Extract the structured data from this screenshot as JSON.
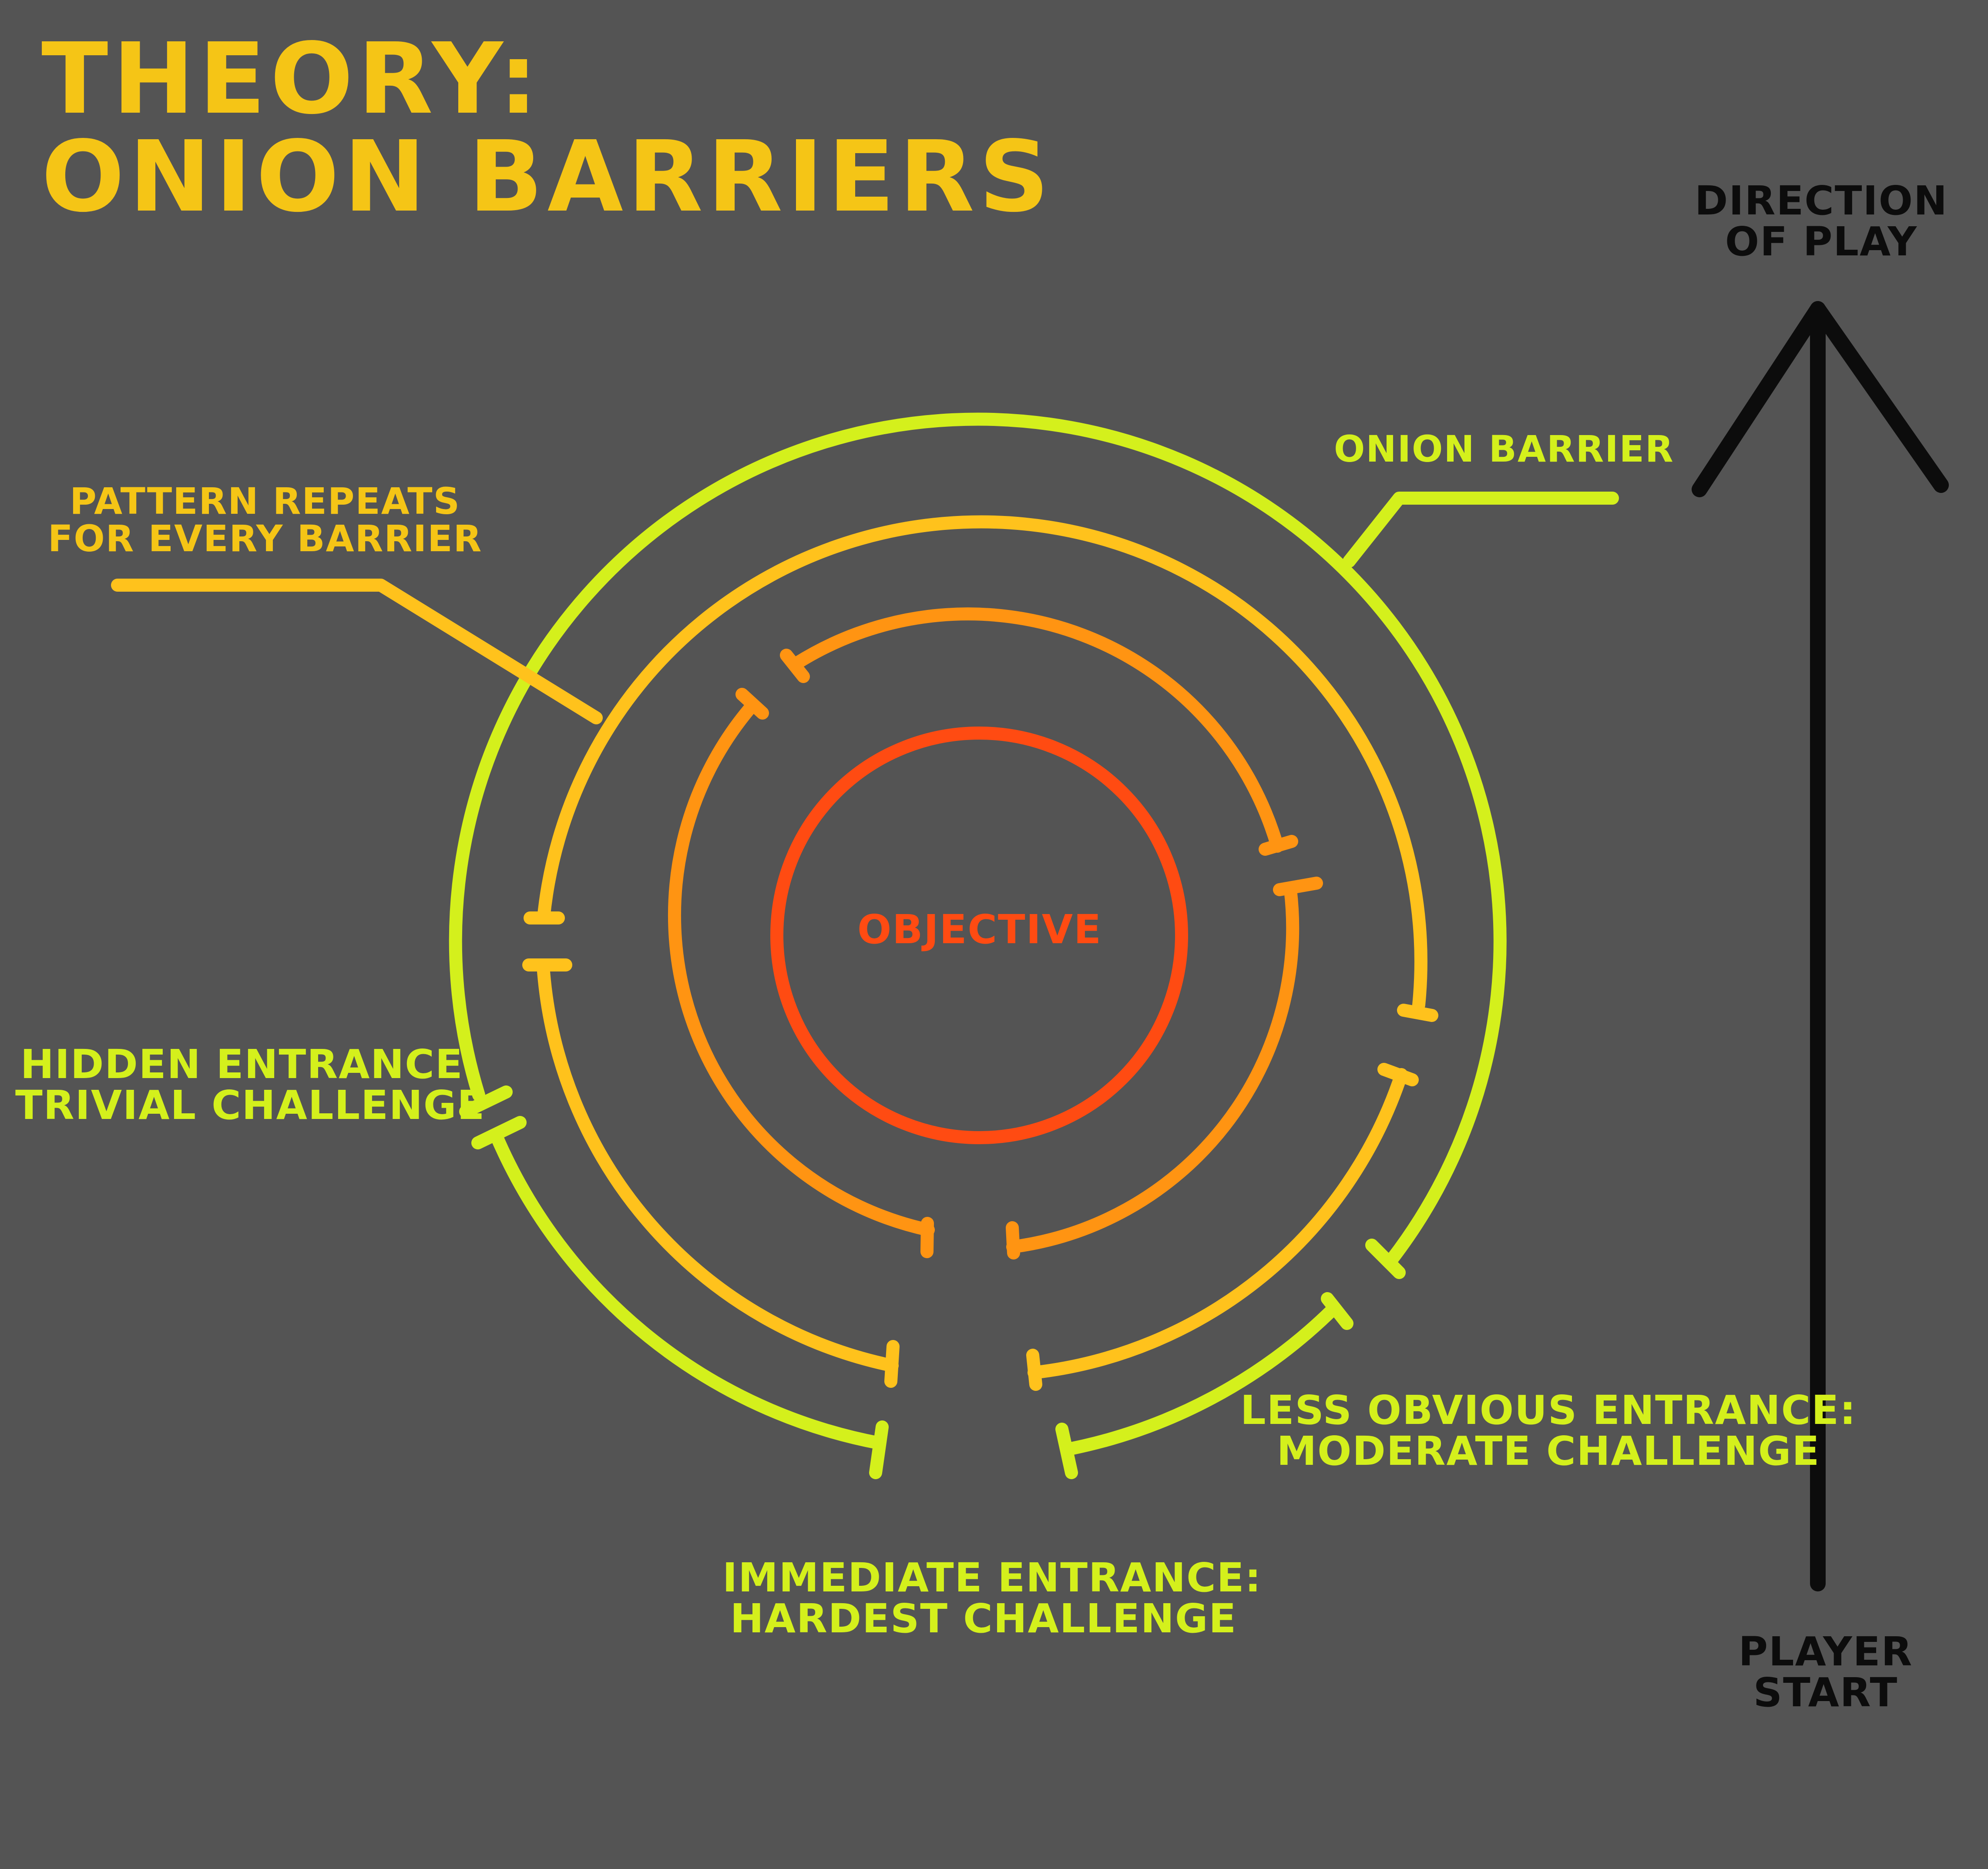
{
  "title": {
    "line1": "THEORY:",
    "line2": "ONION BARRIERS"
  },
  "labels": {
    "objective": "OBJECTIVE",
    "direction": {
      "line1": "DIRECTION",
      "line2": "OF PLAY"
    },
    "player_start": {
      "line1": "PLAYER",
      "line2": "START"
    },
    "pattern": {
      "line1": "PATTERN REPEATS",
      "line2": "FOR EVERY BARRIER"
    },
    "onion_barrier": "ONION BARRIER",
    "hidden": {
      "line1": "HIDDEN ENTRANCE:",
      "line2": "TRIVIAL CHALLENGE"
    },
    "less_obvious": {
      "line1": "LESS OBVIOUS ENTRANCE:",
      "line2": "MODERATE CHALLENGE"
    },
    "immediate": {
      "line1": "IMMEDIATE ENTRANCE:",
      "line2": "HARDEST CHALLENGE"
    }
  },
  "colors": {
    "background": "#545454",
    "objective_ring": "#ff4b12",
    "inner_barrier": "#ff9412",
    "middle_barrier": "#ffc21c",
    "outer_barrier": "#d4f01c",
    "title": "#f5c516",
    "arrow": "#0c0c0c"
  }
}
